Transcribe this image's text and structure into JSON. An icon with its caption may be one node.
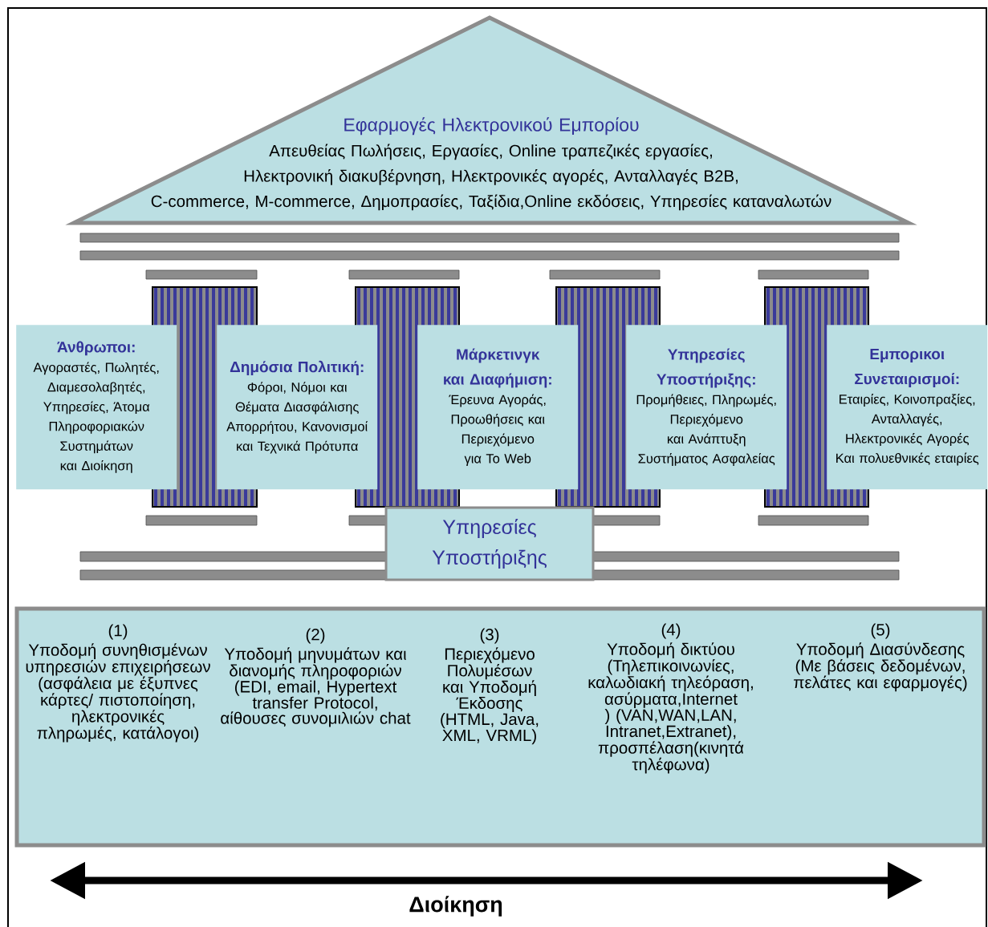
{
  "diagram": {
    "nodes": [
      {
        "text": [
          "Εφαρμογές Ηλεκτρονικού Εμπορίου",
          "Απευθείας Πωλήσεις, Εργασίες, Online τραπεζικές εργασίες, Ηλεκτρονική διακυβέρνηση, Ηλεκτρονικές αγορές, Ανταλλαγές B2B, C-commerce, M-commerce, Δημοπρασίες, Ταξίδια,Online εκδόσεις, Υπηρεσίες καταναλωτών"
        ]
      },
      {
        "text": [
          "Άνθρωποι:",
          "Αγοραστές, Πωλητές, Διαμεσολαβητές, Υπηρεσίες, Άτομα Πληροφοριακών Συστημάτων και Διοίκηση"
        ]
      },
      {
        "text": [
          "Δημόσια Πολιτική:",
          "Φόροι, Νόμοι και Θέματα Διασφάλισης Απορρήτου, Κανονισμοί και Τεχνικά Πρότυπα"
        ]
      },
      {
        "text": [
          "Μάρκετινγκ και Διαφήμιση:",
          "Έρευνα Αγοράς, Προωθήσεις και Περιεχόμενο για Το Web"
        ]
      },
      {
        "text": [
          "Υπηρεσίες Υποστήριξης:",
          "Προμήθειες, Πληρωμές, Περιεχόμενο και Ανάπτυξη Συστήματος Ασφαλείας"
        ]
      },
      {
        "text": [
          "Εμπορικοι Συνεταιρισμοί:",
          "Εταιρίες, Κοινοπραξίες, Ανταλλαγές, Ηλεκτρονικές Αγορές Και πολυεθνικές εταιρίες"
        ]
      },
      {
        "text": [
          "Υπηρεσίες Υποστήριξης"
        ]
      },
      {
        "text": [
          "(1)",
          "Υποδομή συνηθισμένων υπηρεσιών επιχειρήσεων (ασφάλεια με έξυπνες κάρτες/ πιστοποίηση, ηλεκτρονικές πληρωμές, κατάλογοι)",
          "(2)",
          "Υποδομή μηνυμάτων και διανομής πληροφοριών (EDI, email, Hypertext transfer Protocol, αίθουσες συνομιλιών chat",
          "(3)",
          "Περιεχόμενο Πολυμέσων και Υποδομή Έκδοσης (HTML, Java, XML, VRML)",
          "(4)",
          "Υποδομή δικτύου (Τηλεπικοινωνίες, καλωδιακή τηλεόραση, ασύρματα,Internet ) (VAN,WAN,LAN, Intranet,Extranet), προσπέλαση(κινητά τηλέφωνα)",
          "(5)",
          "Υποδομή Διασύνδεσης (Με βάσεις δεδομένων, πελάτες και εφαρμογές)"
        ]
      }
    ],
    "labels": [
      "Διοίκηση"
    ]
  }
}
